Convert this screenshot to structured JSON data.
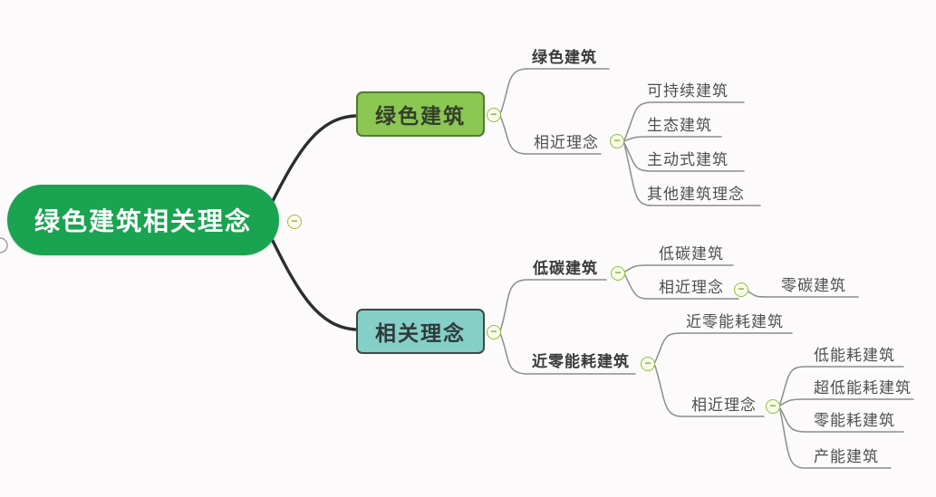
{
  "background": "#fcfafb",
  "colors": {
    "root_fill": "#1aa351",
    "root_text": "#ffffff",
    "branch_green_fill": "#8cc653",
    "branch_green_border": "#4f7d2e",
    "branch_teal_fill": "#85cfc7",
    "branch_teal_border": "#3c4946",
    "collapse_icon_green": "#8fbf3f",
    "collapse_icon_olive": "#aeb04c",
    "edge_dark": "#2e2e2e",
    "edge_grey": "#8d8d8d"
  },
  "icons": {
    "collapse_glyph": "−"
  },
  "mindmap": {
    "root": "绿色建筑相关理念",
    "green_building": {
      "title": "绿色建筑",
      "definition": "绿色建筑",
      "similar": {
        "title": "相近理念",
        "items": [
          "可持续建筑",
          "生态建筑",
          "主动式建筑",
          "其他建筑理念"
        ]
      }
    },
    "related": {
      "title": "相关理念",
      "low_carbon": {
        "title": "低碳建筑",
        "definition": "低碳建筑",
        "similar": {
          "title": "相近理念",
          "items": [
            "零碳建筑"
          ]
        }
      },
      "near_zero_energy": {
        "title": "近零能耗建筑",
        "definition": "近零能耗建筑",
        "similar": {
          "title": "相近理念",
          "items": [
            "低能耗建筑",
            "超低能耗建筑",
            "零能耗建筑",
            "产能建筑"
          ]
        }
      }
    }
  }
}
